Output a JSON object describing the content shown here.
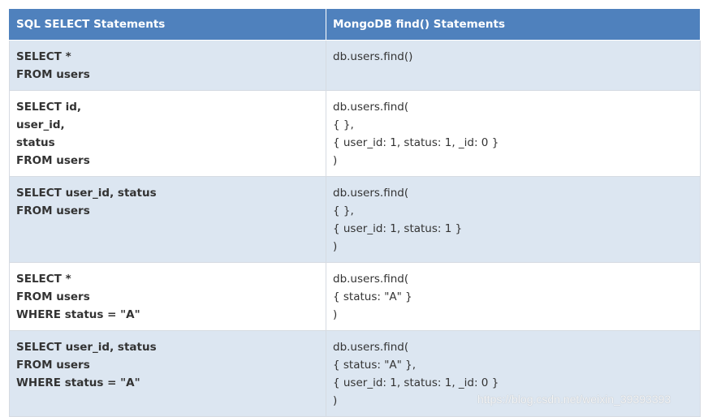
{
  "table": {
    "headers": [
      "SQL SELECT Statements",
      "MongoDB find() Statements"
    ],
    "rows": [
      {
        "sql": [
          "SELECT *",
          "FROM users"
        ],
        "mongo": [
          "db.users.find()"
        ]
      },
      {
        "sql": [
          "SELECT id,",
          "user_id,",
          "status",
          "FROM users"
        ],
        "mongo": [
          "db.users.find(",
          "{ },",
          "{ user_id: 1, status: 1, _id: 0 }",
          ")"
        ]
      },
      {
        "sql": [
          "SELECT user_id, status",
          "FROM users"
        ],
        "mongo": [
          "db.users.find(",
          "{ },",
          "{ user_id: 1, status: 1 }",
          ")"
        ]
      },
      {
        "sql": [
          "SELECT *",
          "FROM users",
          "WHERE status = \"A\""
        ],
        "mongo": [
          "db.users.find(",
          "{ status: \"A\" }",
          ")"
        ]
      },
      {
        "sql": [
          "SELECT user_id, status",
          "FROM users",
          "WHERE status = \"A\""
        ],
        "mongo": [
          "db.users.find(",
          "{ status: \"A\" },",
          "{ user_id: 1, status: 1, _id: 0 }",
          ")"
        ]
      }
    ]
  },
  "watermark": "https://blog.csdn.net/weixin_39393393",
  "colors": {
    "header_bg": "#4f81bd",
    "alt_row_bg": "#dce6f1",
    "plain_row_bg": "#ffffff"
  }
}
